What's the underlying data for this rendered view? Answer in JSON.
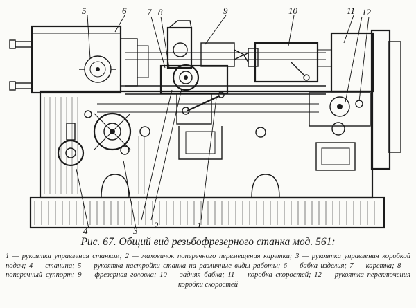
{
  "callouts": {
    "c1": "1",
    "c2": "2",
    "c3": "3",
    "c4": "4",
    "c5": "5",
    "c6": "6",
    "c7": "7",
    "c8": "8",
    "c9": "9",
    "c10": "10",
    "c11": "11",
    "c12": "12"
  },
  "caption": {
    "title": "Рис. 67. Общий вид резьбофрезерного станка мод. 561:",
    "legend": "1 — рукоятка управления станком; 2 — маховичок поперечного перемещения каретки; 3 — рукоятка управления коробкой подач; 4 — станина; 5 — рукоятка настройки станка на различные виды работы; 6 — бабка изделия; 7 — каретка; 8 — поперечный суппорт; 9 — фрезерная головка; 10 — задняя бабка; 11 — коробка скоростей; 12 — рукоятка переключения коробки скоростей"
  }
}
